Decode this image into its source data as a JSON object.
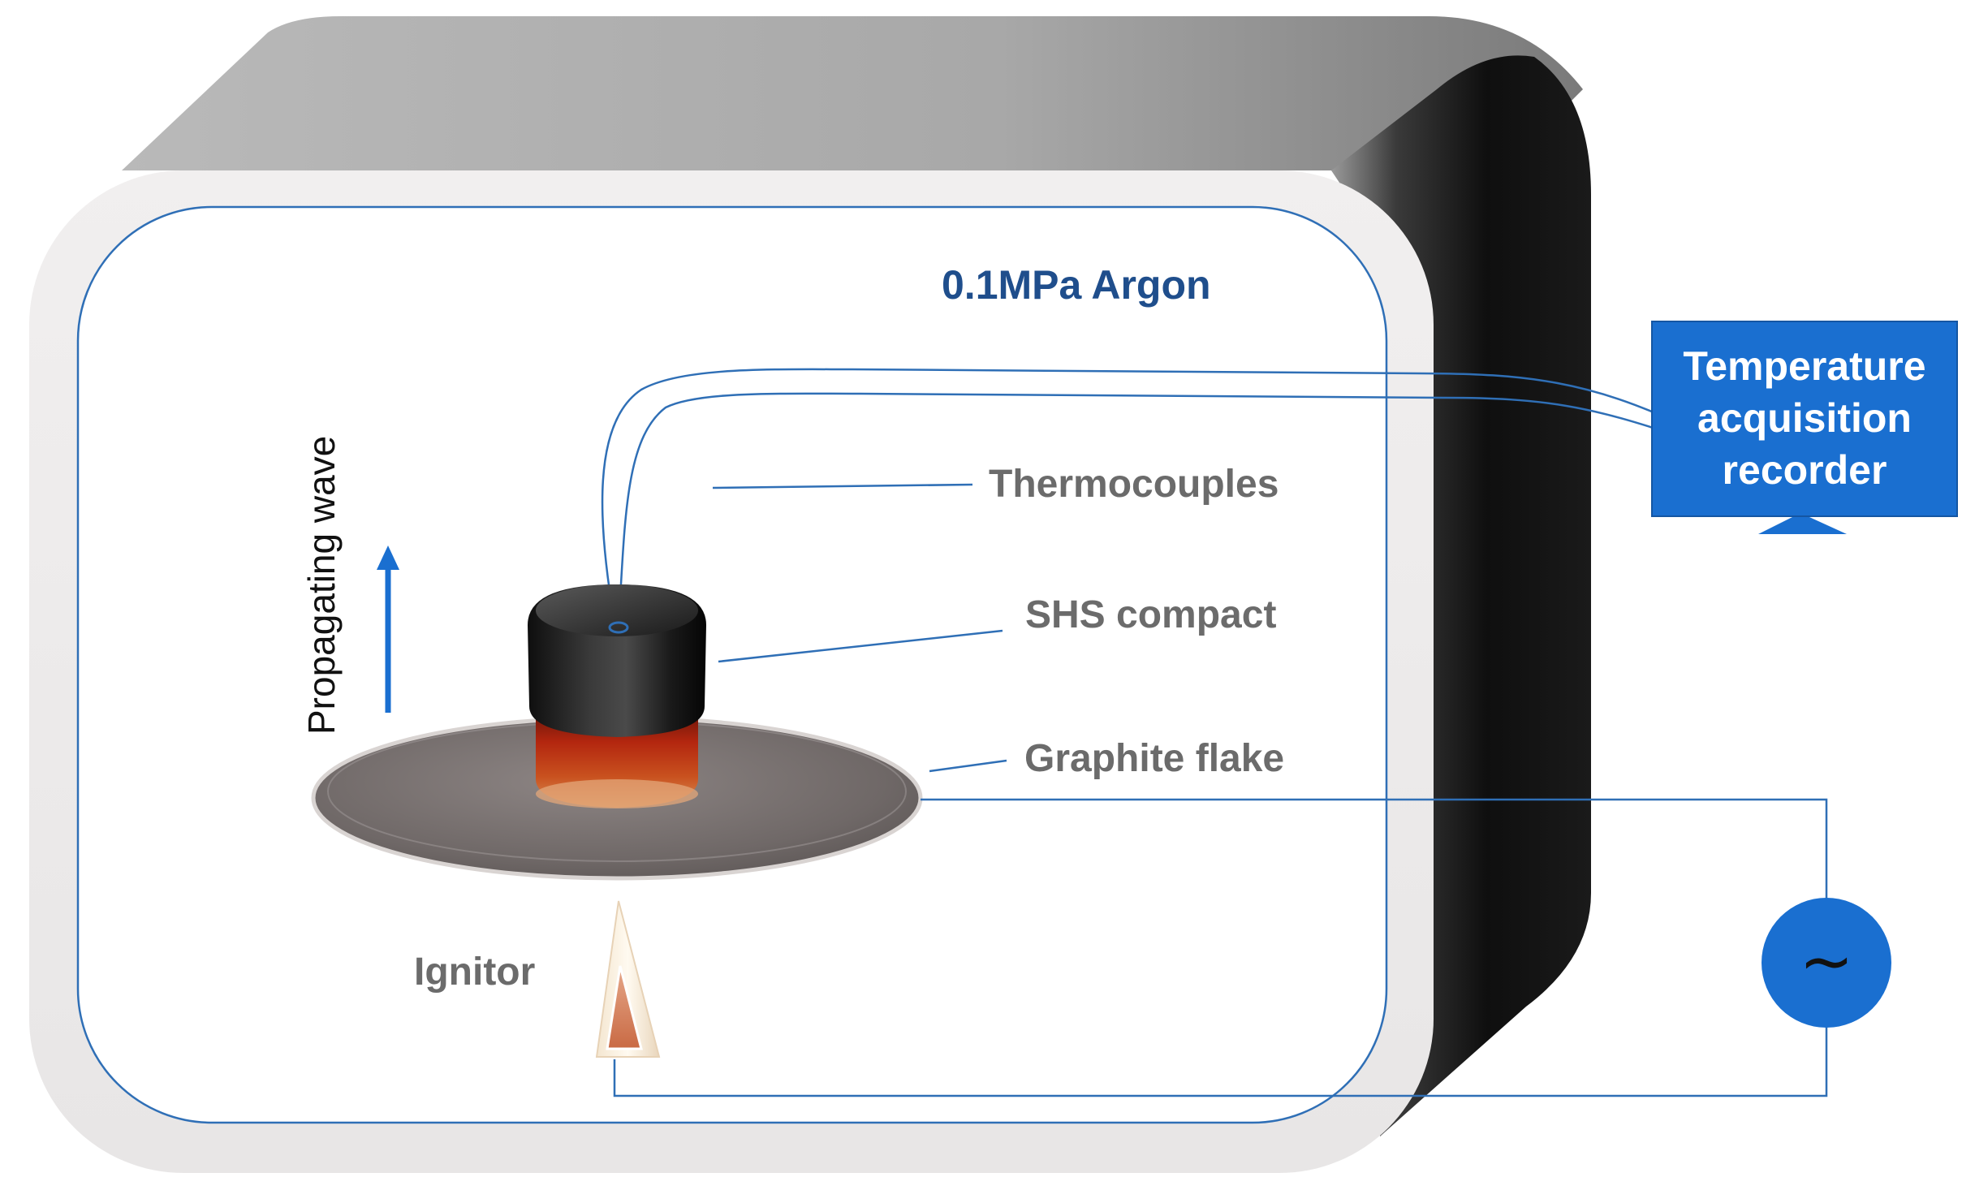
{
  "labels": {
    "atmosphere": "0.1MPa Argon",
    "thermocouples": "Thermocouples",
    "compact": "SHS compact",
    "flake": "Graphite flake",
    "ignitor": "Ignitor",
    "wave": "Propagating wave",
    "recorder_line1": "Temperature",
    "recorder_line2": "acquisition",
    "recorder_line3": "recorder",
    "ac_symbol": "~"
  },
  "colors": {
    "accent_blue": "#1a6fd0",
    "wire_blue": "#2f6fb6",
    "label_gray": "#6b6b6b",
    "label_dark_blue": "#1f4e8c",
    "chamber_frame": "#efeded",
    "chamber_top": "#a9a9a9",
    "chamber_side": "#111111"
  }
}
